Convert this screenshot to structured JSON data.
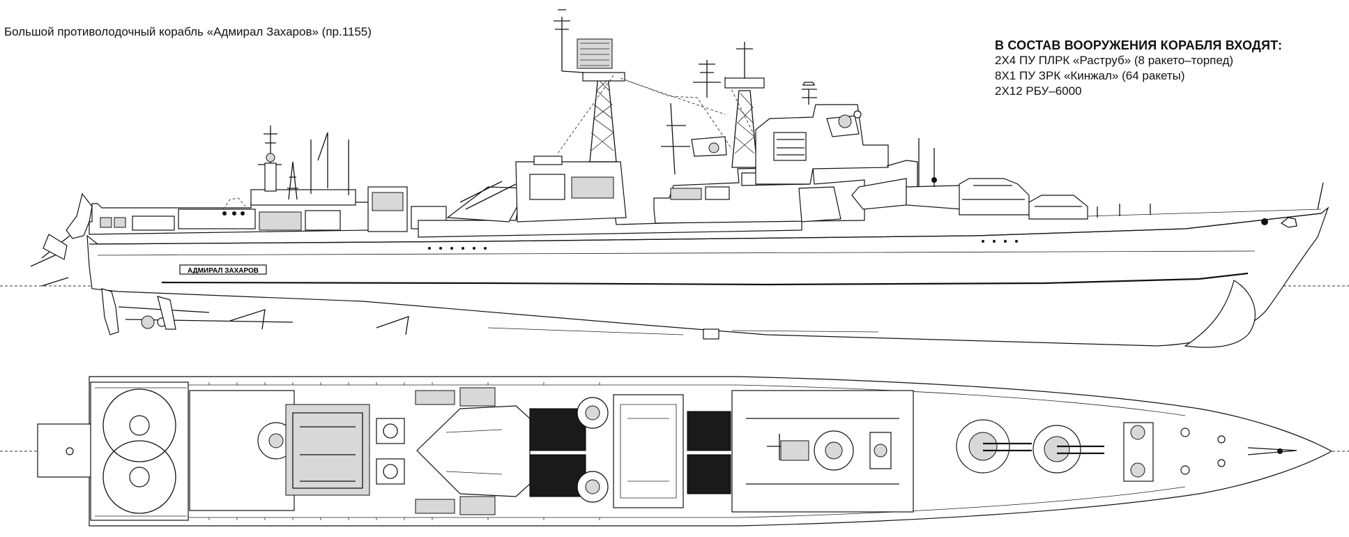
{
  "title": "Большой противолодочный корабль «Адмирал Захаров» (пр.1155)",
  "armament": {
    "heading": "В СОСТАВ ВООРУЖЕНИЯ КОРАБЛЯ ВХОДЯТ:",
    "items": [
      "2Х4 ПУ ПЛРК «Раструб» (8 ракето–торпед)",
      "8Х1 ПУ ЗРК «Кинжал» (64 ракеты)",
      "2Х12 РБУ–6000"
    ]
  },
  "hull_name_plate": "АДМИРАЛ ЗАХАРОВ",
  "icons": {
    "side_view": "ship-side-elevation",
    "top_view": "ship-deck-plan",
    "bow_marking": "red-star-emblem"
  }
}
